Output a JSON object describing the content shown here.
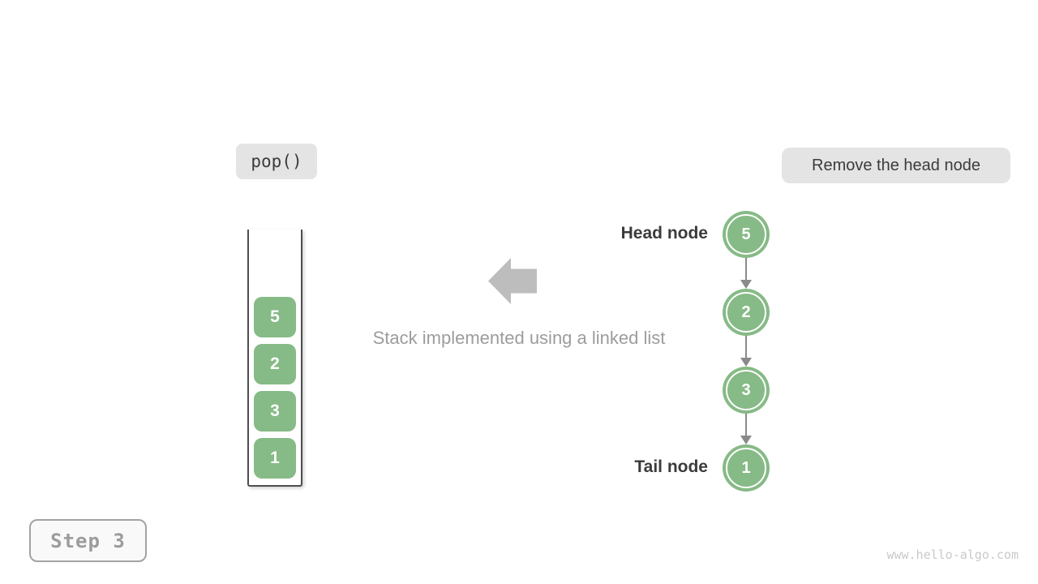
{
  "badges": {
    "operation": "pop()",
    "description": "Remove the head node",
    "step": "Step 3"
  },
  "stack": {
    "items": [
      "5",
      "2",
      "3",
      "1"
    ]
  },
  "caption": "Stack implemented using a linked list",
  "linked_list": {
    "head_label": "Head node",
    "tail_label": "Tail node",
    "nodes": [
      "5",
      "2",
      "3",
      "1"
    ]
  },
  "watermark": "www.hello-algo.com",
  "colors": {
    "node_green": "#86ba86",
    "badge_bg": "#e4e4e4",
    "arrow_gray": "#bdbdbd",
    "line_gray": "#8a8a8a",
    "text_dark": "#3b3b3b",
    "text_gray": "#9c9c9c",
    "watermark_gray": "#c9c9c9"
  }
}
